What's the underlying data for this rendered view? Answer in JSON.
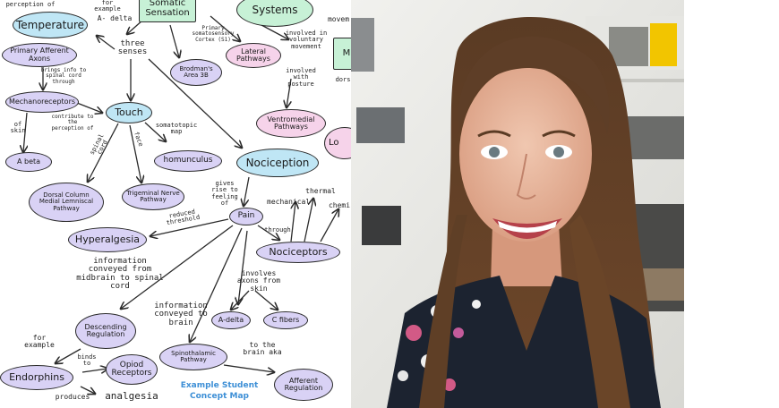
{
  "caption": {
    "line1": "Example Student",
    "line2": "Concept Map"
  },
  "nodes": {
    "temperature": "Temperature",
    "somatic_sensation": "Somatic Sensation",
    "systems": "Systems",
    "primary_afferent_axons": "Primary Afferent Axons",
    "mechanoreceptors": "Mechanoreceptors",
    "touch": "Touch",
    "a_beta": "A beta",
    "dorsal_column": "Dorsal Column Medial Lemniscal Pathway",
    "trigeminal": "Trigeminal Nerve Pathway",
    "homunculus": "homunculus",
    "brodmans": "Brodman's Area 3B",
    "lateral_pathways": "Lateral Pathways",
    "ventromedial": "Ventromedial Pathways",
    "nociception": "Nociception",
    "pain": "Pain",
    "hyperalgesia": "Hyperalgesia",
    "nociceptors": "Nociceptors",
    "a_delta": "A-delta",
    "c_fibers": "C fibers",
    "descending_regulation": "Descending Regulation",
    "spinothalamic": "Spinothalamic Pathway",
    "opiod_receptors": "Opiod Receptors",
    "endorphins": "Endorphins",
    "afferent_regulation": "Afferent Regulation",
    "partial_m": "M",
    "partial_lo": "Lo"
  },
  "labels": {
    "perception_of": "perception of",
    "for_example_top": "for example",
    "a_delta_top": "A- delta",
    "three_senses": "three senses",
    "primary_somatosensory": "Primary somatosensory Cortex (S1)",
    "movement": "movem",
    "voluntary": "involved in voluntary movement",
    "posture": "involved with posture",
    "brings_info": "brings info to spinal cord through",
    "contribute": "contribute to the perception of",
    "of_skin": "of skin",
    "somatotopic": "somatotopic map",
    "spinal_cord": "spinal cord",
    "face": "face",
    "gives_rise": "gives rise to feeling of",
    "reduced_threshold": "reduced threshold",
    "mechanical": "mechanical",
    "thermal": "thermal",
    "chemical": "chemi",
    "through": "through",
    "info_midbrain": "information conveyed from midbrain to spinal cord",
    "involves_axons": "involves axons from skin",
    "info_brain": "information conveyed to brain",
    "for_example": "for example",
    "binds_to": "binds to",
    "produces": "produces",
    "analgesia": "analgesia",
    "to_the_brain": "to the brain aka",
    "dorsal_partial": "dors"
  }
}
